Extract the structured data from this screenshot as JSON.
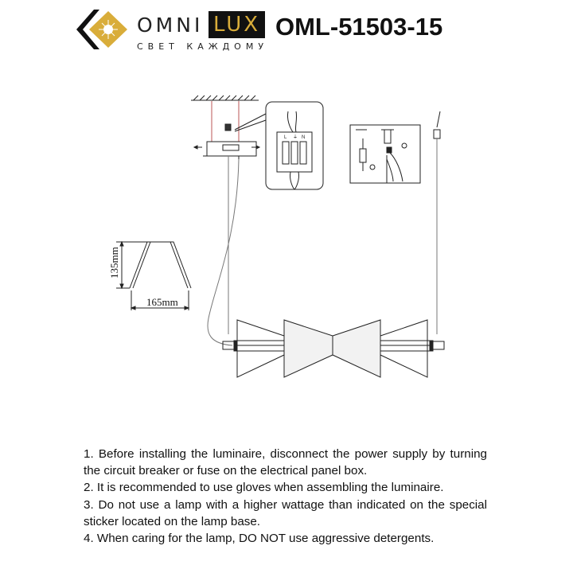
{
  "header": {
    "brand_left": "OMNI",
    "brand_right": "LUX",
    "slogan": "СВЕТ КАЖДОМУ",
    "model": "OML-51503-15",
    "brand_colors": {
      "gold": "#d9ad3a",
      "black": "#111111"
    }
  },
  "drawing": {
    "shade_height": "135mm",
    "shade_width": "165mm",
    "terminal_labels": [
      "L",
      "⏚",
      "N"
    ]
  },
  "notes": [
    "1. Before installing the luminaire, disconnect the power supply by turning the circuit breaker or fuse on the electrical panel box.",
    "2. It is recommended to use gloves when assembling the luminaire.",
    "3. Do not use a lamp with a higher wattage than indicated on the special sticker located on the lamp base.",
    "4. When caring for the lamp, DO NOT use aggressive detergents."
  ]
}
